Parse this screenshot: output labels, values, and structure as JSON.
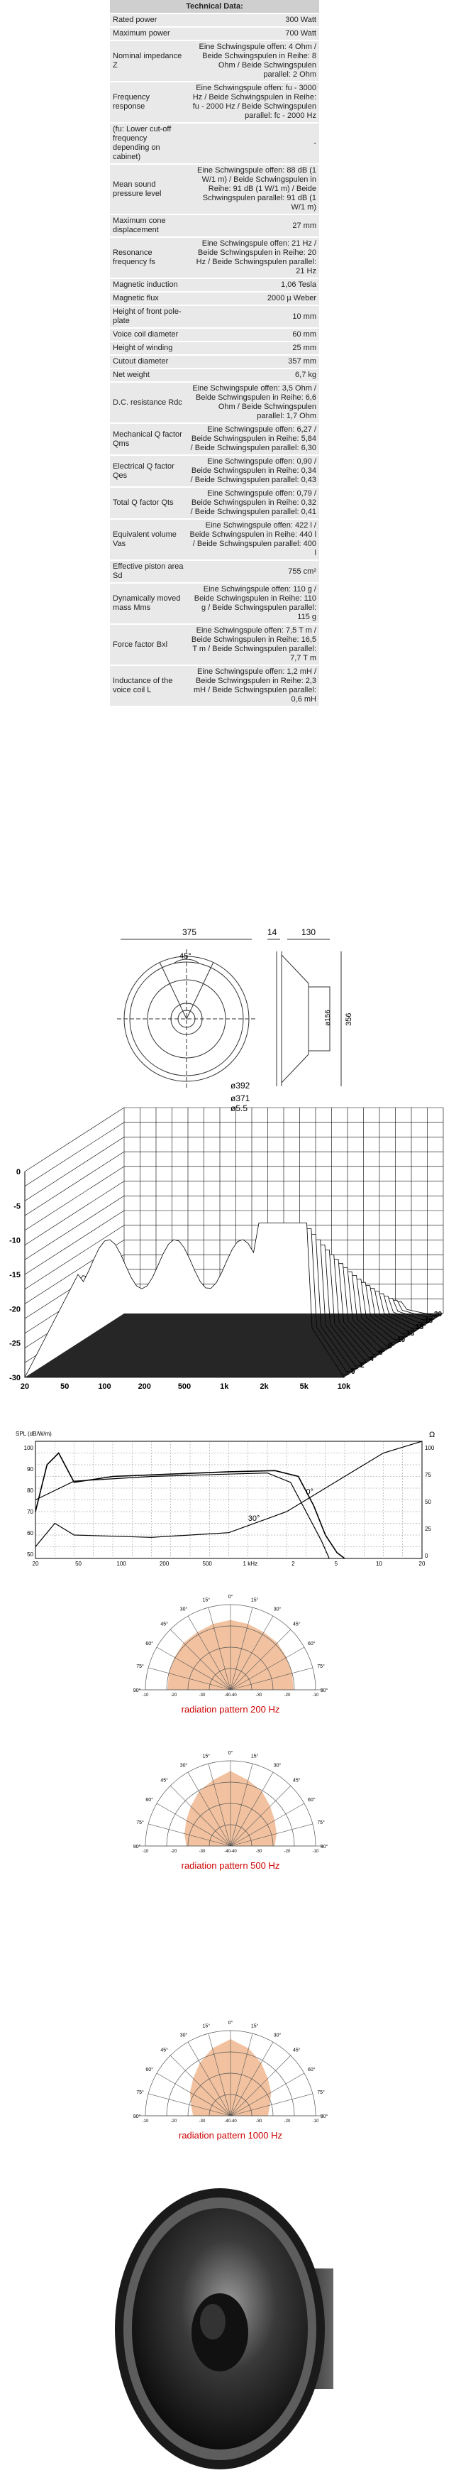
{
  "table": {
    "title": "Technical Data:",
    "rows": [
      {
        "k": "Rated power",
        "v": "300 Watt"
      },
      {
        "k": "Maximum power",
        "v": "700 Watt"
      },
      {
        "k": "Nominal impedance Z",
        "v": "Eine Schwingspule offen: 4 Ohm / Beide Schwingspulen in Reihe: 8 Ohm / Beide Schwingspulen parallel: 2 Ohm"
      },
      {
        "k": "Frequency response",
        "v": "Eine Schwingspule offen: fu - 3000 Hz / Beide Schwingspulen in Reihe: fu - 2000 Hz / Beide Schwingspulen parallel: fc - 2000 Hz"
      },
      {
        "k": "(fu: Lower cut-off frequency depending on cabinet)",
        "v": "-"
      },
      {
        "k": "Mean sound pressure level",
        "v": "Eine Schwingspule offen: 88 dB (1 W/1 m) / Beide Schwingspulen in Reihe: 91 dB (1 W/1 m) / Beide Schwingspulen parallel: 91 dB (1 W/1 m)"
      },
      {
        "k": "Maximum cone displacement",
        "v": "27 mm"
      },
      {
        "k": "Resonance frequency fs",
        "v": "Eine Schwingspule offen: 21 Hz / Beide Schwingspulen in Reihe: 20 Hz / Beide Schwingspulen parallel: 21 Hz"
      },
      {
        "k": "Magnetic induction",
        "v": "1,06 Tesla"
      },
      {
        "k": "Magnetic flux",
        "v": "2000 µ Weber"
      },
      {
        "k": "Height of front pole-plate",
        "v": "10 mm"
      },
      {
        "k": "Voice coil diameter",
        "v": "60 mm"
      },
      {
        "k": "Height of winding",
        "v": "25 mm"
      },
      {
        "k": "Cutout diameter",
        "v": "357 mm"
      },
      {
        "k": "Net weight",
        "v": "6,7 kg"
      },
      {
        "k": "D.C. resistance Rdc",
        "v": "Eine Schwingspule offen: 3,5 Ohm / Beide Schwingspulen in Reihe: 6,6 Ohm / Beide Schwingspulen parallel: 1,7 Ohm"
      },
      {
        "k": "Mechanical Q factor Qms",
        "v": "Eine Schwingspule offen: 6,27 / Beide Schwingspulen in Reihe: 5,84 / Beide Schwingspulen parallel: 6,30"
      },
      {
        "k": "Electrical Q factor Qes",
        "v": "Eine Schwingspule offen: 0,90 / Beide Schwingspulen in Reihe: 0,34 / Beide Schwingspulen parallel: 0,43"
      },
      {
        "k": "Total Q factor Qts",
        "v": "Eine Schwingspule offen: 0,79 / Beide Schwingspulen in Reihe: 0,32 / Beide Schwingspulen parallel: 0,41"
      },
      {
        "k": "Equivalent volume Vas",
        "v": "Eine Schwingspule offen: 422 l / Beide Schwingspulen in Reihe: 440 l / Beide Schwingspulen parallel: 400 l"
      },
      {
        "k": "Effective piston area Sd",
        "v": "755 cm²"
      },
      {
        "k": "Dynamically moved mass Mms",
        "v": "Eine Schwingspule offen: 110 g / Beide Schwingspulen in Reihe: 110 g / Beide Schwingspulen parallel: 115 g"
      },
      {
        "k": "Force factor Bxl",
        "v": "Eine Schwingspule offen: 7,5 T m / Beide Schwingspulen in Reihe: 16,5 T m / Beide Schwingspulen parallel: 7,7 T m"
      },
      {
        "k": "Inductance of the voice coil L",
        "v": "Eine Schwingspule offen: 1,2 mH / Beide Schwingspulen in Reihe: 2,3 mH / Beide Schwingspulen parallel: 0,6 mH"
      }
    ]
  },
  "drawing": {
    "d1": "375",
    "d2": "14",
    "d3": "130",
    "a": "45°",
    "h1": "356",
    "dia1": "ø156",
    "dia2": "ø392",
    "dia3": "ø371",
    "dia4": "ø5.5"
  },
  "waterfall": {
    "y_ticks": [
      "0",
      "-5",
      "-10",
      "-15",
      "-20",
      "-25",
      "-30"
    ],
    "x_ticks": [
      "20",
      "50",
      "100",
      "200",
      "500",
      "1k",
      "2k",
      "5k",
      "10k"
    ],
    "t_ticks": [
      "0",
      "2",
      "4",
      "6",
      "8",
      "10",
      "13",
      "15",
      "18",
      "20"
    ]
  },
  "response": {
    "left_top": "SPL (dB/W/m)",
    "right_top": "Ω",
    "y_left": [
      "100",
      "90",
      "80",
      "70",
      "60",
      "50"
    ],
    "y_right": [
      "100",
      "75",
      "50",
      "25",
      "0"
    ],
    "x_ticks": [
      "20",
      "50",
      "100",
      "200",
      "500",
      "1 kHz",
      "2",
      "5",
      "10",
      "20"
    ],
    "label_a": "0°",
    "label_b": "30°"
  },
  "polar": {
    "angles": [
      "0°",
      "15°",
      "15°",
      "30°",
      "30°",
      "45°",
      "45°",
      "60°",
      "60°",
      "75°",
      "75°",
      "90°",
      "90°"
    ],
    "scale": [
      "-10",
      "-20",
      "-30",
      "-40-40",
      "-30",
      "-20",
      "-10"
    ],
    "captions": [
      "radiation pattern 200 Hz",
      "radiation pattern 500 Hz",
      "radiation pattern 1000 Hz"
    ],
    "fill": "#f2c2a0"
  }
}
